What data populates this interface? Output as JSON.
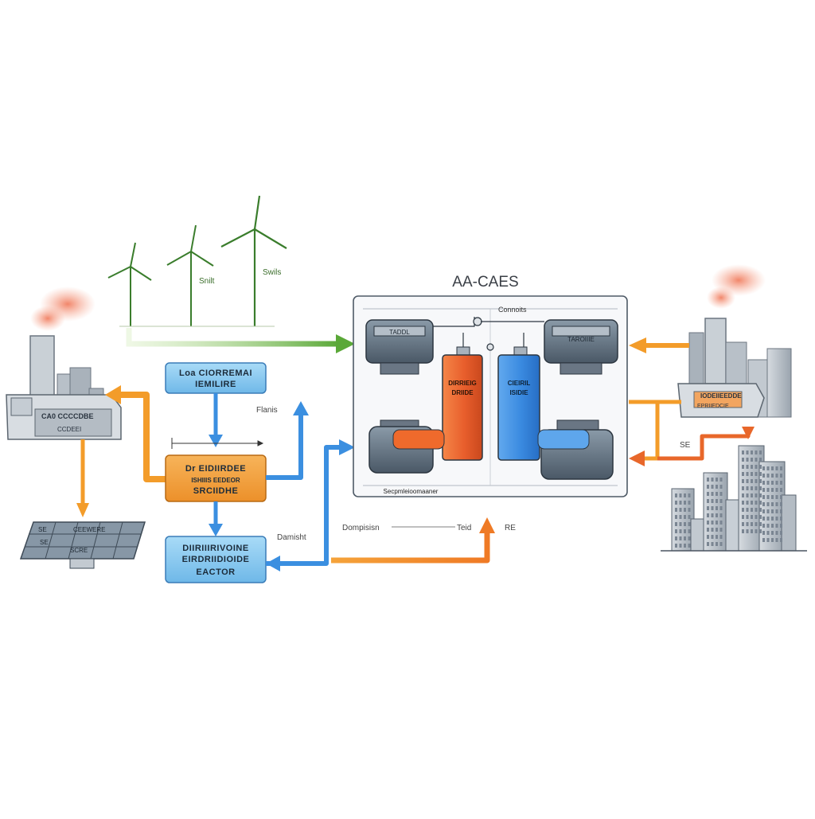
{
  "title": "AA-CAES",
  "wind": {
    "label_1": "Snilt",
    "label_2": "Swils"
  },
  "factory_left": {
    "label": "CA0 CCCCDBE",
    "sub": "CCDEEI"
  },
  "solar": {
    "label_1": "SE",
    "label_2": "CEEWERE",
    "label_3": "SE",
    "label_4": "SCRE"
  },
  "boxes": {
    "top": {
      "line1": "Loa CIORREMAI",
      "line2": "IEMILIRE"
    },
    "middle": {
      "line1": "Dr EIDIIRDEE",
      "line2": "ISHIIIS EEDEOR",
      "line3": "SRCIIDHE"
    },
    "bottom": {
      "line1": "DIIRIIIRIVOINE",
      "line2": "EIRDRIIDIOIDE",
      "line3": "EACTOR"
    }
  },
  "side_labels": {
    "fluids": "Flanis",
    "demand": "Damisht",
    "compression": "Dompisisn",
    "heat": "Teid",
    "heat2": "RE"
  },
  "caes_unit": {
    "top_label": "Connoits",
    "hot_tank": {
      "line1": "DIRRIEIG",
      "line2": "DRIIDE"
    },
    "cold_tank": {
      "line1": "CIEIRIL",
      "line2": "ISIDIE"
    },
    "left_block_top": "TADDL",
    "right_block_top": "TAROIIIE",
    "bottom_label": "Secpmleioomaaner"
  },
  "factory_right": {
    "label": "IODEIIEEDDE",
    "sub": "EPRIIEDCIE"
  },
  "city_label": "SE",
  "colors": {
    "green": "#6ab04c",
    "orange": "#f39c2a",
    "orange_dark": "#e8672a",
    "blue": "#3b8fe0",
    "hot_tank": "#ec6a35",
    "cold_tank": "#3d8fe2",
    "box_blue": "#7ec3ee",
    "box_orange": "#f0a03a"
  }
}
